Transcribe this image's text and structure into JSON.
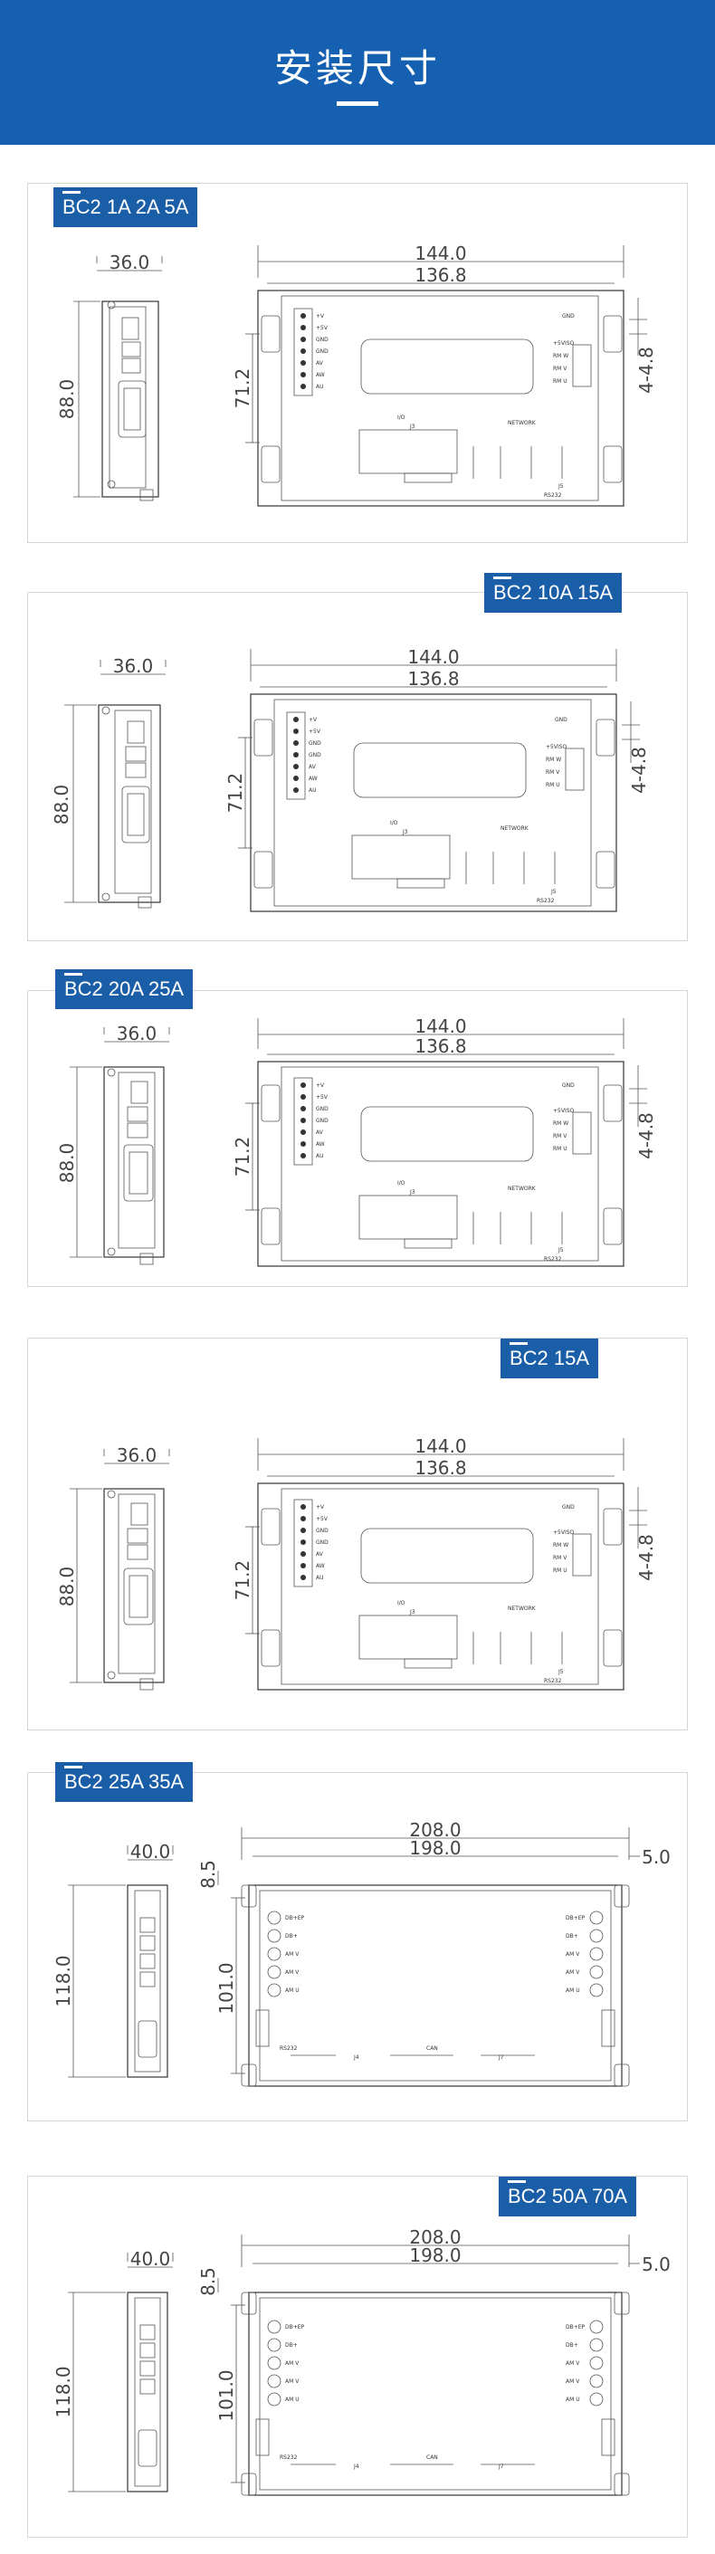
{
  "header": {
    "title": "安装尺寸"
  },
  "panels": [
    {
      "label": "BC2 1A  2A  5A"
    },
    {
      "label": "BC2 10A  15A"
    },
    {
      "label": "BC2 20A  25A"
    },
    {
      "label": "BC2 15A"
    },
    {
      "label": "BC2 25A  35A"
    },
    {
      "label": "BC2 50A  70A"
    }
  ],
  "small": {
    "side_width": "36.0",
    "side_height": "88.0",
    "total_width": "144.0",
    "hole_width": "136.8",
    "hole_height": "71.2",
    "slot": "4-4.8",
    "txt_io": "I/O",
    "txt_network": "NETWORK",
    "txt_j3": "J3",
    "txt_j5": "J5",
    "txt_rs232": "RS232",
    "pins": [
      "+V",
      "+5V",
      "GND",
      "GND",
      "AV",
      "AW",
      "AU"
    ],
    "right_pins": [
      "GND",
      "+5VISO",
      "RM W",
      "RM V",
      "RM U"
    ]
  },
  "large": {
    "side_width": "40.0",
    "side_height": "118.0",
    "total_width": "208.0",
    "hole_width": "198.0",
    "hole_height": "101.0",
    "offset_top": "8.5",
    "slot": "5.0",
    "txt_rs232": "RS232",
    "txt_can": "CAN",
    "txt_j4": "J4",
    "txt_j7": "J7",
    "pins": [
      "DB+EP",
      "DB+",
      "AM V",
      "AM V",
      "AM U"
    ]
  }
}
